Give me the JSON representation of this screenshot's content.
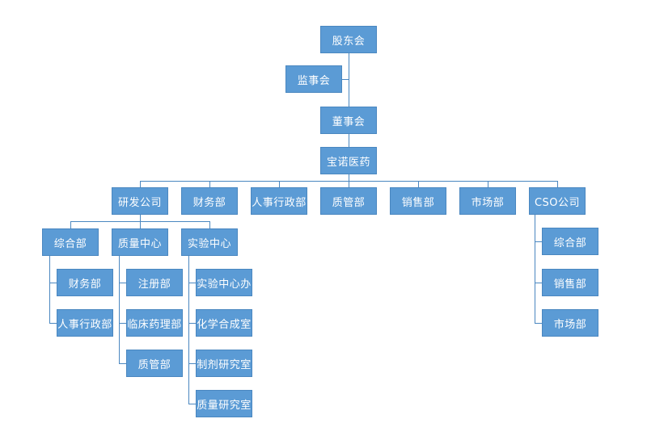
{
  "org": {
    "shareholders": "股东会",
    "supervisors": "监事会",
    "board": "董事会",
    "company": "宝诺医药",
    "departments": {
      "rd_company": "研发公司",
      "finance": "财务部",
      "hr_admin": "人事行政部",
      "quality_mgmt": "质管部",
      "sales": "销售部",
      "marketing": "市场部",
      "cso_company": "CSO公司"
    },
    "rd": {
      "general": {
        "label": "综合部",
        "children": [
          "财务部",
          "人事行政部"
        ]
      },
      "quality_center": {
        "label": "质量中心",
        "children": [
          "注册部",
          "临床药理部",
          "质管部"
        ]
      },
      "lab_center": {
        "label": "实验中心",
        "children": [
          "实验中心办",
          "化学合成室",
          "制剂研究室",
          "质量研究室"
        ]
      }
    },
    "cso": {
      "children": [
        "综合部",
        "销售部",
        "市场部"
      ]
    }
  }
}
